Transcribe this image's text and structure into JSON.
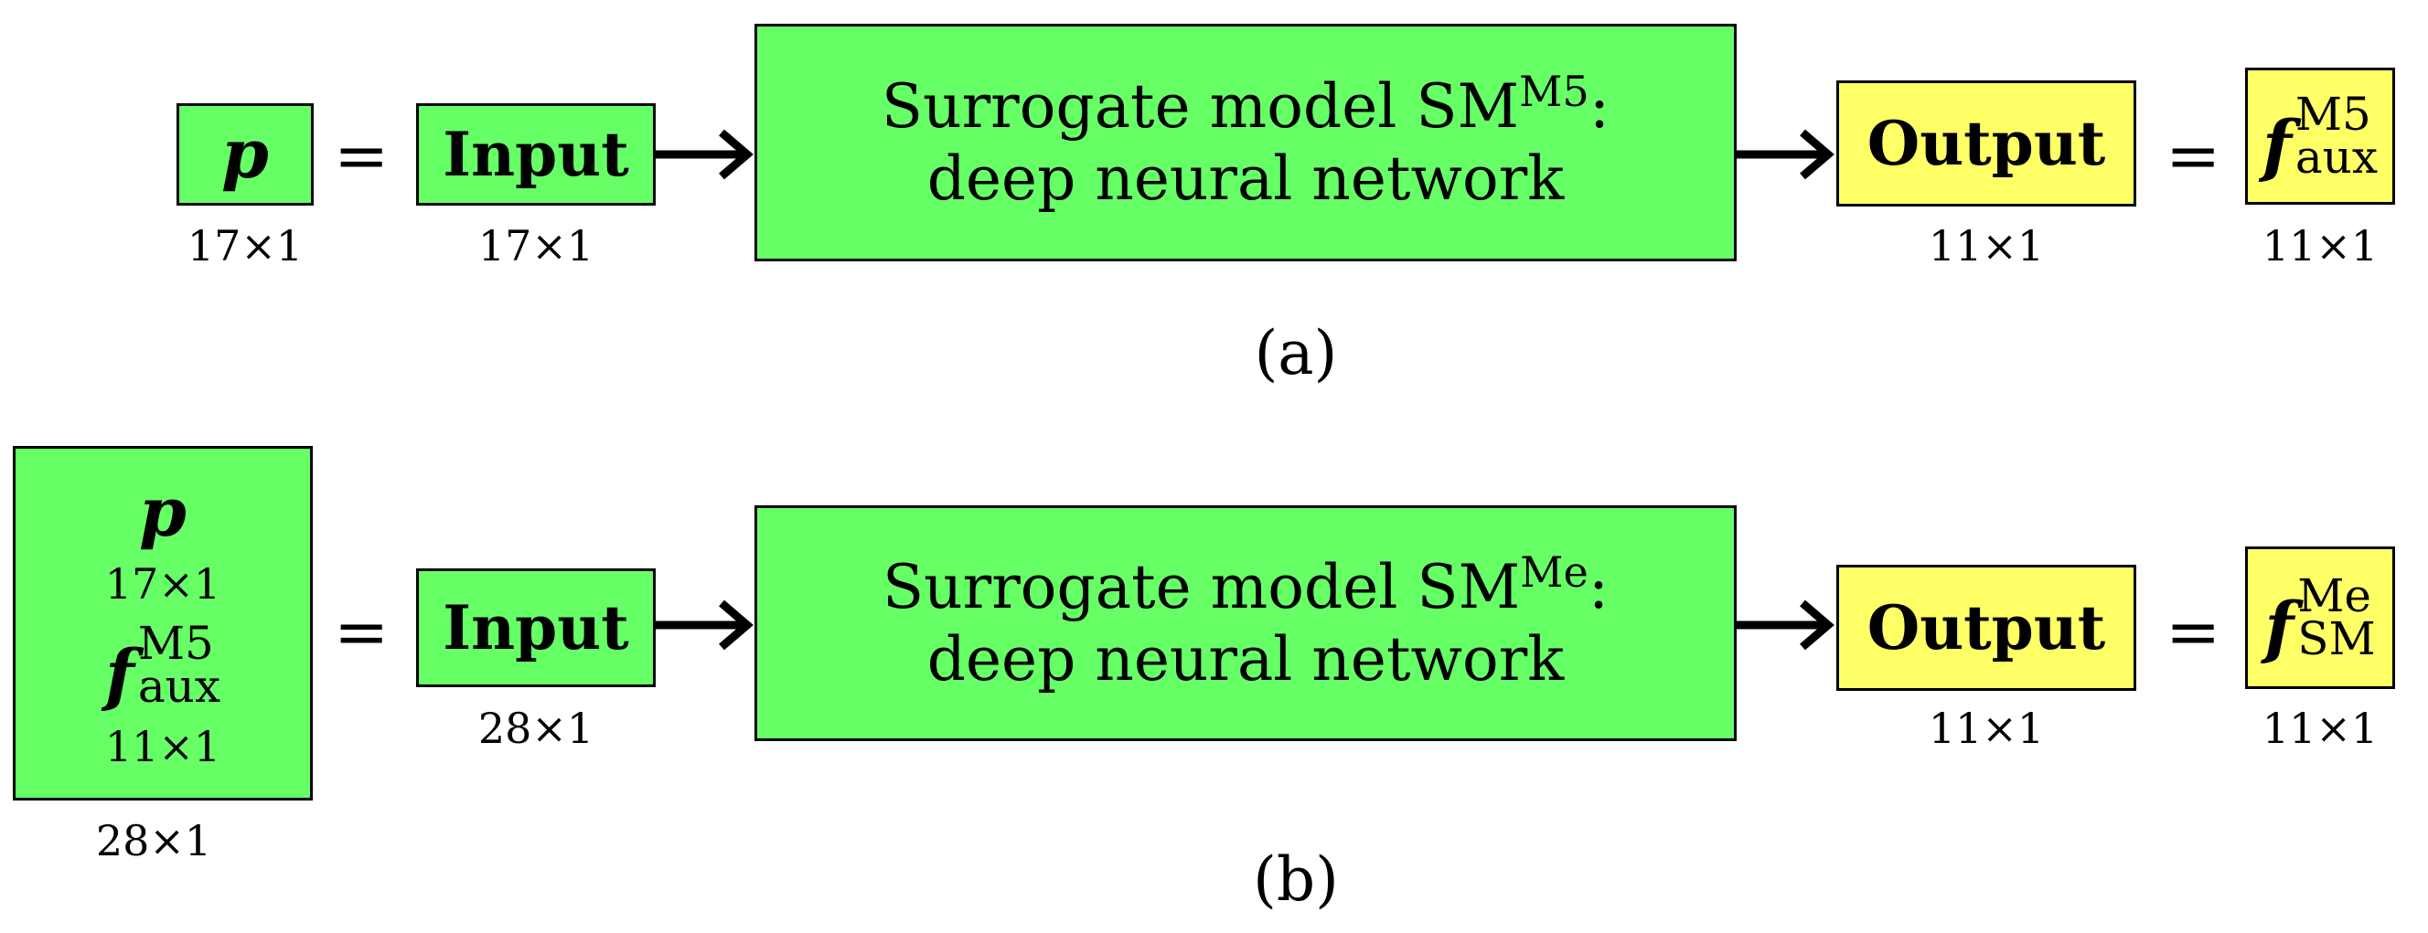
{
  "panel_a": {
    "p_symbol": "p",
    "p_dim": "17×1",
    "eq1": "=",
    "input_label": "Input",
    "input_dim": "17×1",
    "model_line1_prefix": "Surrogate model SM",
    "model_line1_sup": "M5",
    "model_line1_suffix": ":",
    "model_line2": "deep neural network",
    "output_label": "Output",
    "output_dim": "11×1",
    "eq2": "=",
    "f_symbol": "f",
    "f_sup": "M5",
    "f_sub": "aux",
    "f_dim": "11×1",
    "caption": "(a)"
  },
  "panel_b": {
    "p_symbol": "p",
    "p_dim": "17×1",
    "f_symbol": "f",
    "f_sup": "M5",
    "f_sub": "aux",
    "f_inner_dim": "11×1",
    "stack_dim": "28×1",
    "eq1": "=",
    "input_label": "Input",
    "input_dim": "28×1",
    "model_line1_prefix": "Surrogate model SM",
    "model_line1_sup": "Me",
    "model_line1_suffix": ":",
    "model_line2": "deep neural network",
    "output_label": "Output",
    "output_dim": "11×1",
    "eq2": "=",
    "out_f_symbol": "f",
    "out_f_sup": "Me",
    "out_f_sub": "SM",
    "out_f_dim": "11×1",
    "caption": "(b)"
  },
  "colors": {
    "input_fill": "#66ff66",
    "output_fill": "#ffff66",
    "stroke": "#000000"
  }
}
